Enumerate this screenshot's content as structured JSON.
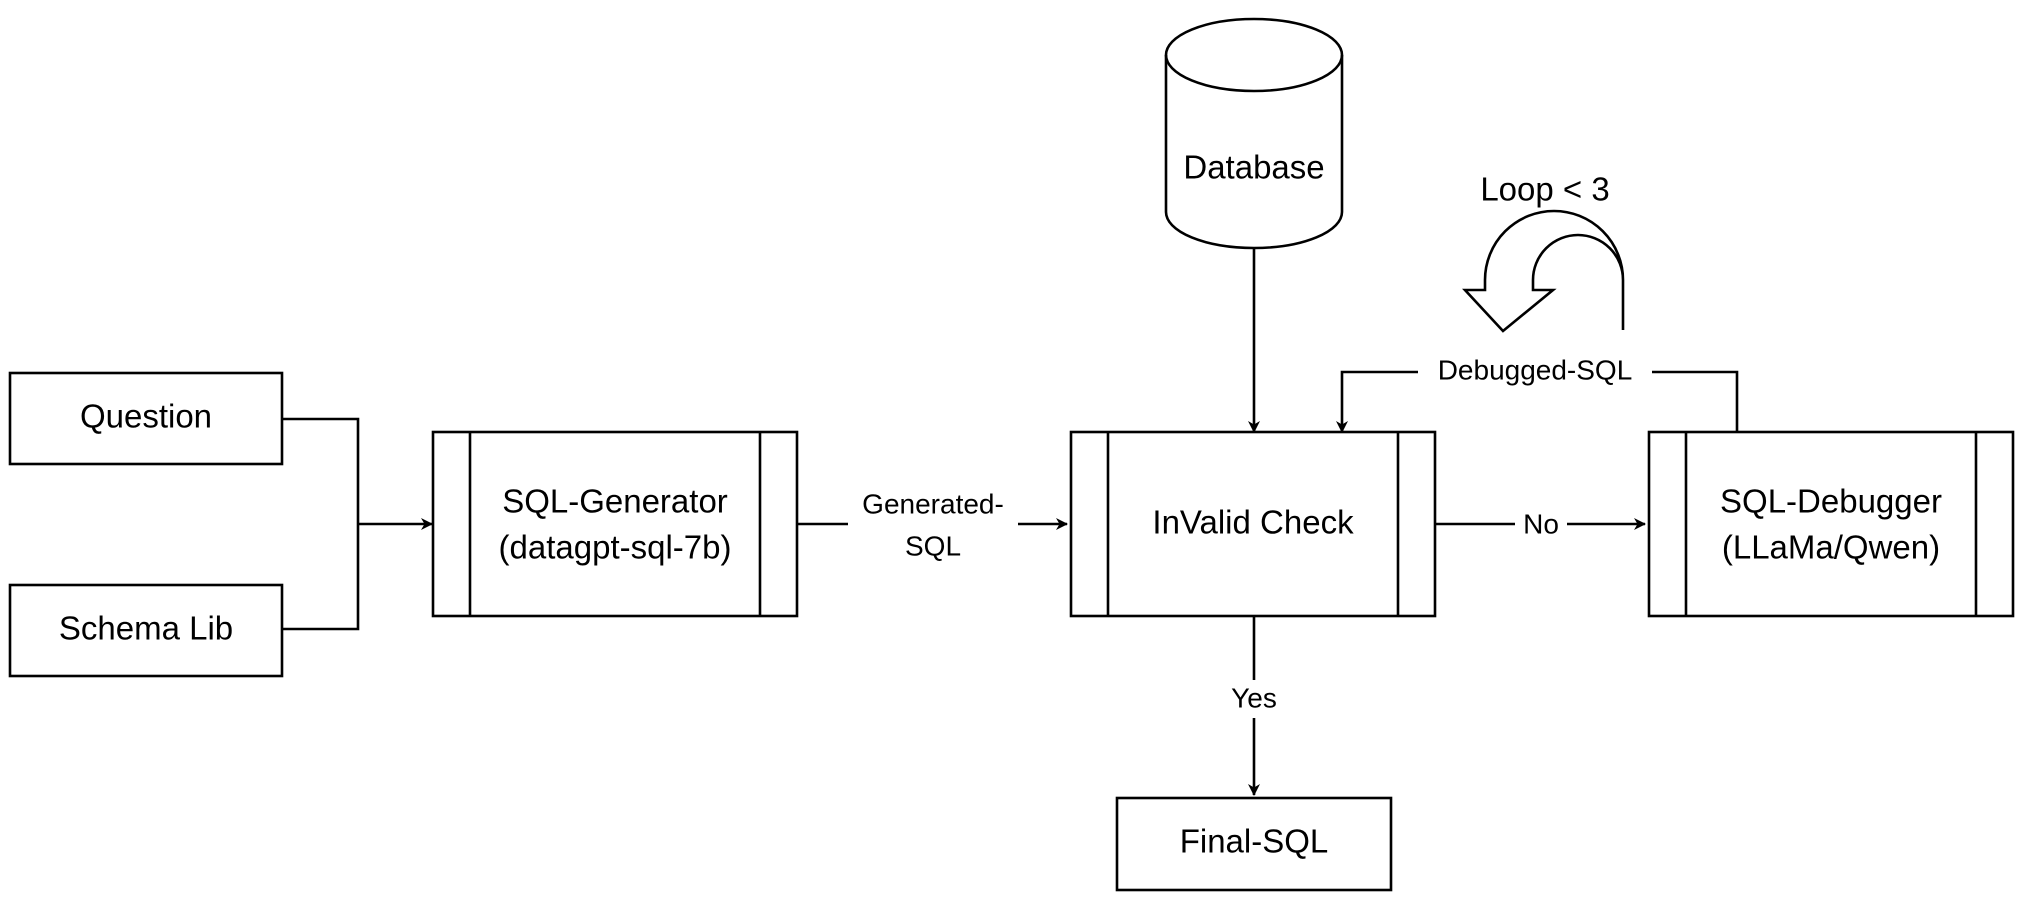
{
  "nodes": {
    "question": "Question",
    "schema_lib": "Schema Lib",
    "sql_generator": {
      "line1": "SQL-Generator",
      "line2": "(datagpt-sql-7b)"
    },
    "database": "Database",
    "invalid_check": "InValid Check",
    "sql_debugger": {
      "line1": "SQL-Debugger",
      "line2": "(LLaMa/Qwen)"
    },
    "final_sql": "Final-SQL"
  },
  "edges": {
    "generated_sql": {
      "line1": "Generated-",
      "line2": "SQL"
    },
    "no": "No",
    "yes": "Yes",
    "debugged_sql": "Debugged-SQL"
  },
  "loop_label": "Loop < 3"
}
